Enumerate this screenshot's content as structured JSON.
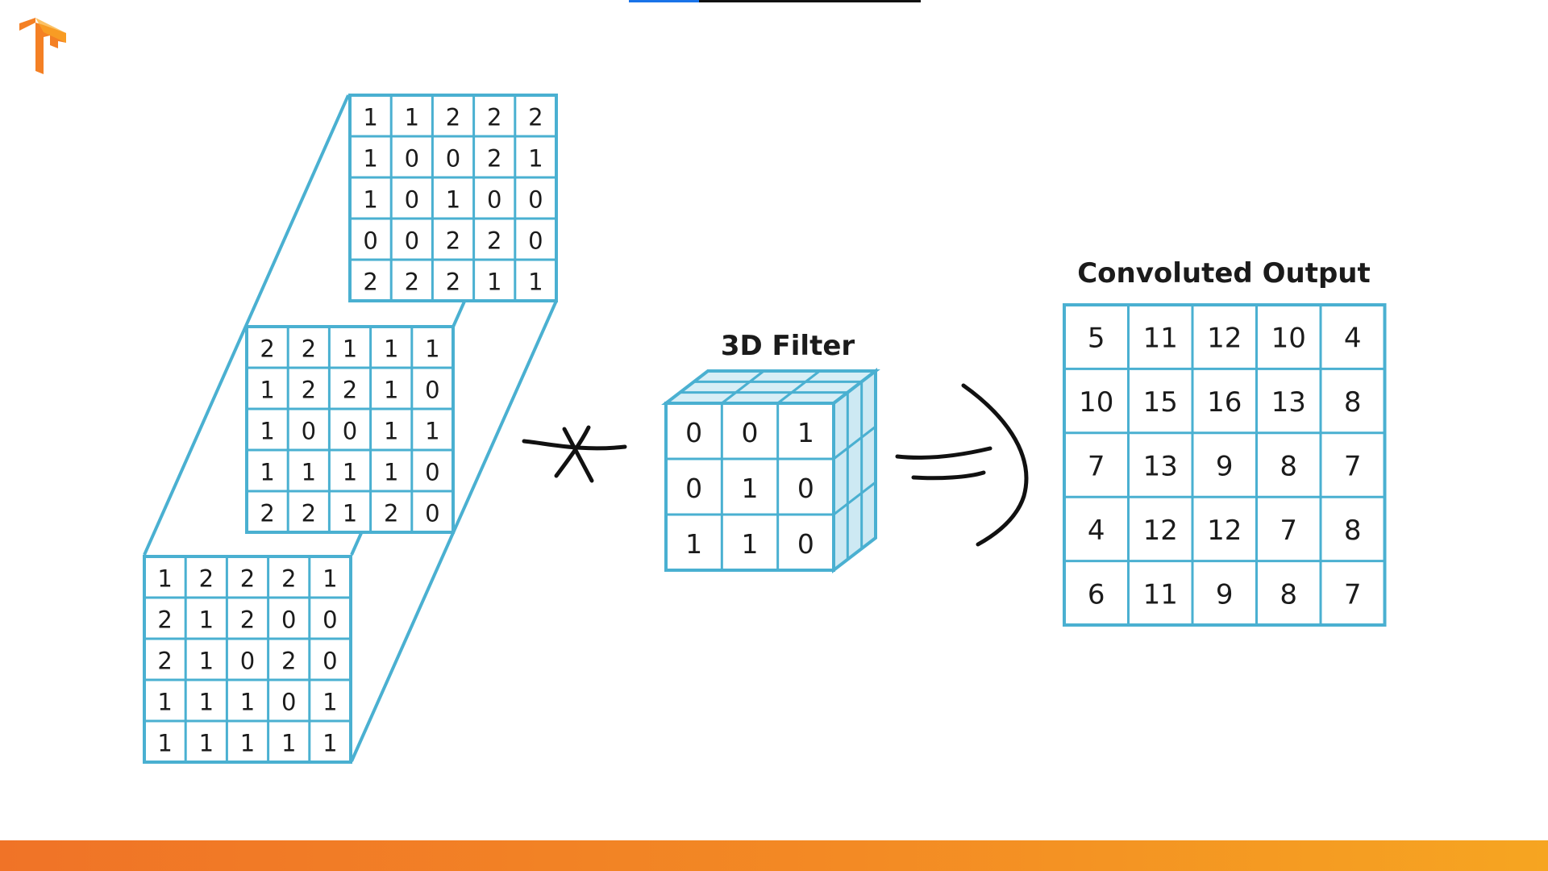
{
  "logo": {
    "name": "tensorflow-logo",
    "color": "#f48024"
  },
  "accent_color": "#4ab0d1",
  "progress": 0.24,
  "input_layers": {
    "back": [
      [
        "1",
        "1",
        "2",
        "2",
        "2"
      ],
      [
        "1",
        "0",
        "0",
        "2",
        "1"
      ],
      [
        "1",
        "0",
        "1",
        "0",
        "0"
      ],
      [
        "0",
        "0",
        "2",
        "2",
        "0"
      ],
      [
        "2",
        "2",
        "2",
        "1",
        "1"
      ]
    ],
    "middle": [
      [
        "2",
        "2",
        "1",
        "1",
        "1"
      ],
      [
        "1",
        "2",
        "2",
        "1",
        "0"
      ],
      [
        "1",
        "0",
        "0",
        "1",
        "1"
      ],
      [
        "1",
        "1",
        "1",
        "1",
        "0"
      ],
      [
        "2",
        "2",
        "1",
        "2",
        "0"
      ]
    ],
    "front": [
      [
        "1",
        "2",
        "2",
        "2",
        "1"
      ],
      [
        "2",
        "1",
        "2",
        "0",
        "0"
      ],
      [
        "2",
        "1",
        "0",
        "2",
        "0"
      ],
      [
        "1",
        "1",
        "1",
        "0",
        "1"
      ],
      [
        "1",
        "1",
        "1",
        "1",
        "1"
      ]
    ]
  },
  "filter": {
    "title": "3D Filter",
    "values": [
      [
        "0",
        "0",
        "1"
      ],
      [
        "0",
        "1",
        "0"
      ],
      [
        "1",
        "1",
        "0"
      ]
    ]
  },
  "output": {
    "title": "Convoluted Output",
    "values": [
      [
        "5",
        "11",
        "12",
        "10",
        "4"
      ],
      [
        "10",
        "15",
        "16",
        "13",
        "8"
      ],
      [
        "7",
        "13",
        "9",
        "8",
        "7"
      ],
      [
        "4",
        "12",
        "12",
        "7",
        "8"
      ],
      [
        "6",
        "11",
        "9",
        "8",
        "7"
      ]
    ]
  },
  "operators": {
    "convolve": "convolve-star-symbol",
    "equals": "equals-arrow-symbol"
  }
}
